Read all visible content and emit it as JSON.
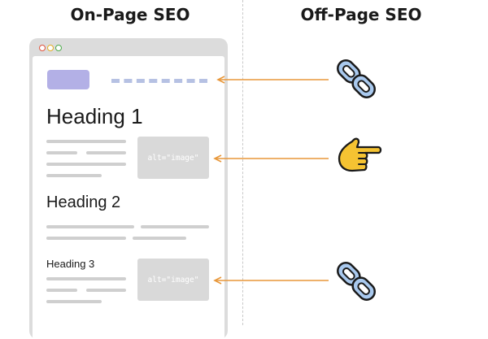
{
  "titles": {
    "left": "On-Page SEO",
    "right": "Off-Page SEO"
  },
  "page": {
    "heading1": "Heading 1",
    "heading2": "Heading 2",
    "heading3": "Heading 3",
    "image_alt_1": "alt=\"image\"",
    "image_alt_2": "alt=\"image\""
  },
  "icons": {
    "top": "chain-link-icon",
    "middle": "pointing-hand-icon",
    "bottom": "chain-link-icon"
  },
  "colors": {
    "arrow": "#e8973a",
    "link": "#a9c9ee",
    "link_stroke": "#1a1a1a",
    "hand": "#f5c332",
    "logo_block": "#b3b0e6",
    "nav_dashes": "#b6c1e3",
    "placeholder_line": "#cfcfcf",
    "image_box": "#d9d9d9"
  }
}
